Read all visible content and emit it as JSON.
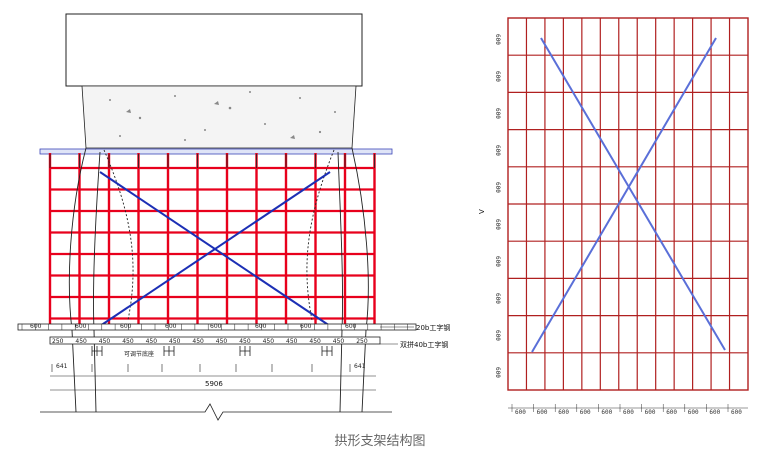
{
  "caption": "拱形支架结构图",
  "left_view": {
    "beam_label": "20b工字钢",
    "double_beam_label": "双拼40b工字钢",
    "small_label": "可调节底座",
    "total_dimension": "5906",
    "segment_dims": [
      "250",
      "450",
      "450",
      "450",
      "450",
      "450",
      "450",
      "450",
      "450",
      "450",
      "450",
      "450",
      "450",
      "250"
    ],
    "lower_dims": [
      "641",
      "",
      "",
      "",
      "",
      "",
      "",
      "",
      "641"
    ],
    "top_dims": [
      "600",
      "600",
      "600",
      "600",
      "600",
      "600",
      "600",
      "600"
    ],
    "colors": {
      "scaffold": "#e8001c",
      "brace": "#1c2fb5",
      "line": "#222222"
    }
  },
  "right_view": {
    "left_ticks": [
      "600",
      "600",
      "600",
      "600",
      "600",
      "600",
      "600",
      "600",
      "600",
      "600"
    ],
    "bottom_ticks": [
      "600",
      "600",
      "600",
      "600",
      "600",
      "600",
      "600",
      "600",
      "600",
      "600",
      "600"
    ],
    "side_mark": "V",
    "colors": {
      "grid": "#b02020",
      "brace": "#5a6fd8"
    }
  }
}
